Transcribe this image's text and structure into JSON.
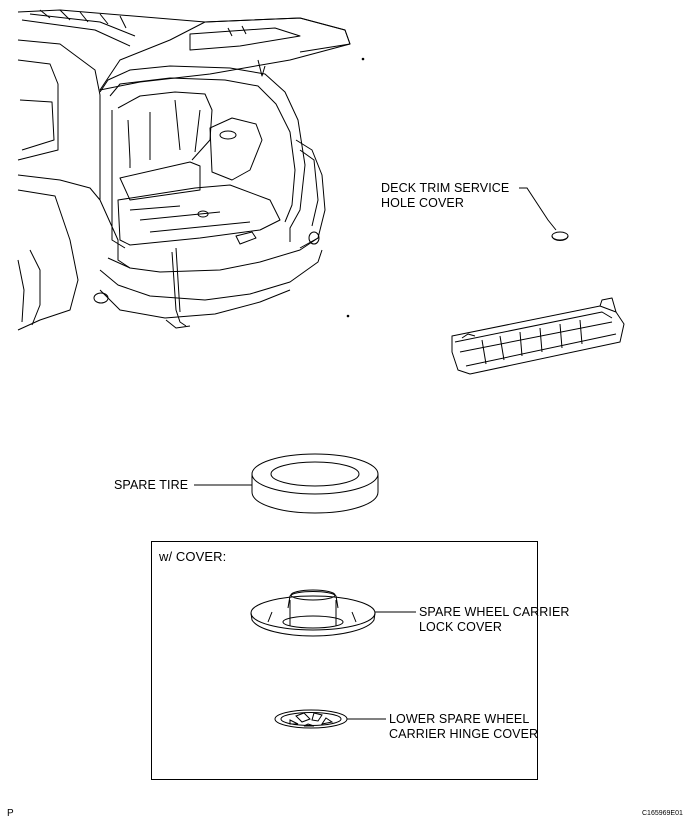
{
  "labels": {
    "deck_trim": [
      "DECK TRIM SERVICE",
      "HOLE COVER"
    ],
    "spare_tire": "SPARE TIRE",
    "cover_section_title": "w/ COVER:",
    "carrier_lock_cover": [
      "SPARE WHEEL CARRIER",
      "LOCK COVER"
    ],
    "hinge_cover": [
      "LOWER SPARE WHEEL",
      "CARRIER HINGE COVER"
    ]
  },
  "corner_letter": "P",
  "figure_code": "C165969E01",
  "icons": [
    "vehicle-rear-illustration",
    "deck-trim-cover-part",
    "deck-trim-panel-part",
    "spare-tire-part",
    "carrier-lock-cover-part",
    "hinge-cover-part"
  ]
}
